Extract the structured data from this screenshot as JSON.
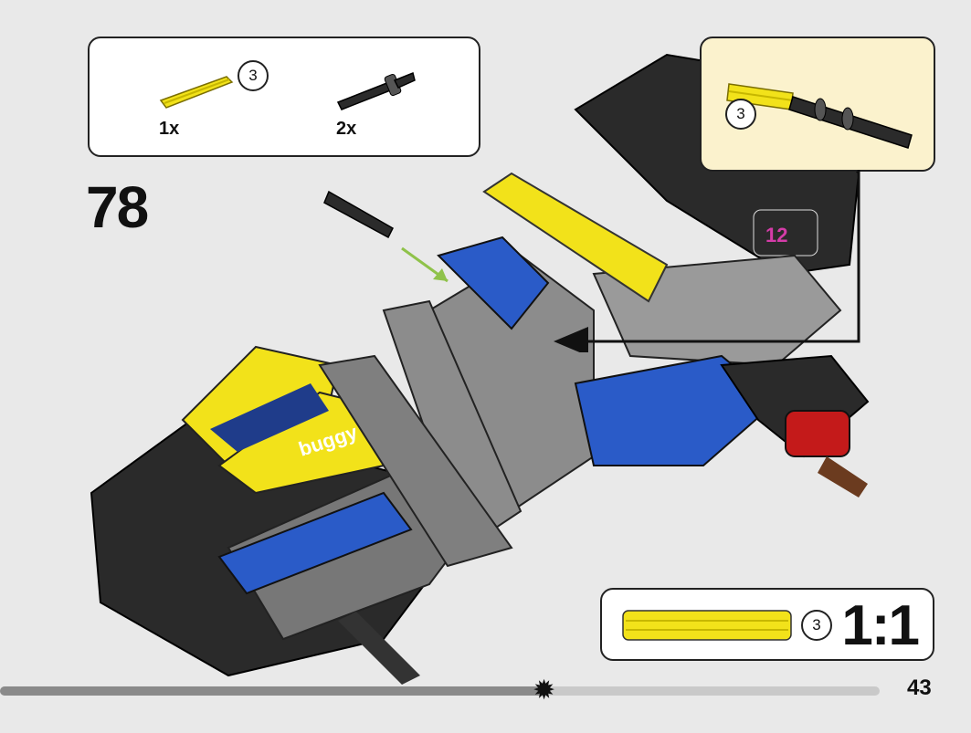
{
  "step": {
    "number": "78"
  },
  "parts": [
    {
      "name": "yellow-axle",
      "size_badge": "3",
      "qty": "1x",
      "color": "#f2e21a"
    },
    {
      "name": "black-pin-axle",
      "qty": "2x",
      "color": "#2b2b2b"
    }
  ],
  "callout": {
    "size_badge": "3"
  },
  "scale": {
    "size_badge": "3",
    "label": "1:1"
  },
  "progress": {
    "fraction": 0.62
  },
  "page": {
    "number": "43"
  },
  "colors": {
    "yellow": "#f2e21a",
    "blue": "#2a5bc8",
    "black": "#2a2a2a",
    "gray": "#8c8c8c",
    "red": "#c41a1a",
    "magenta": "#d43ca8",
    "callout_bg": "#fbf2cd",
    "arrow_green": "#8fc24a"
  }
}
